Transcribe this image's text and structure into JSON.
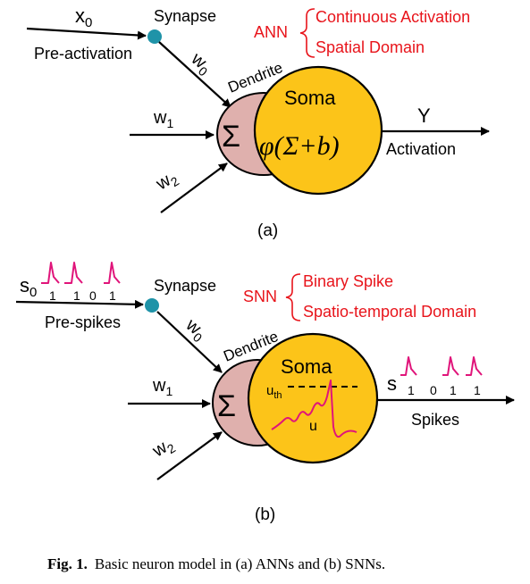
{
  "panel_a": {
    "input_label": "x",
    "input_sub": "0",
    "pre_label": "Pre-activation",
    "synapse_label": "Synapse",
    "dendrite_label": "Dendrite",
    "w0": "w",
    "w0_sub": "0",
    "w1": "w",
    "w1_sub": "1",
    "w2": "w",
    "w2_sub": "2",
    "sum_symbol": "Σ",
    "soma_label": "Soma",
    "soma_formula": "φ(Σ+b)",
    "output_label": "Y",
    "output_caption": "Activation",
    "net_label": "ANN",
    "net_items": [
      "Continuous Activation",
      "Spatial Domain"
    ],
    "panel_label": "(a)"
  },
  "panel_b": {
    "input_label": "s",
    "input_sub": "0",
    "input_bits": [
      "1",
      "1",
      "0",
      "1"
    ],
    "pre_label": "Pre-spikes",
    "synapse_label": "Synapse",
    "dendrite_label": "Dendrite",
    "w0": "w",
    "w0_sub": "0",
    "w1": "w",
    "w1_sub": "1",
    "w2": "w",
    "w2_sub": "2",
    "sum_symbol": "Σ",
    "soma_label": "Soma",
    "threshold_label": "u",
    "threshold_sub": "th",
    "potential_label": "u",
    "output_label": "s",
    "output_bits": [
      "1",
      "0",
      "1",
      "1"
    ],
    "output_caption": "Spikes",
    "net_label": "SNN",
    "net_items": [
      "Binary Spike",
      "Spatio-temporal Domain"
    ],
    "panel_label": "(b)"
  },
  "caption": {
    "fig": "Fig. 1.",
    "text": "Basic neuron model in (a) ANNs and (b) SNNs."
  },
  "colors": {
    "soma": "#fcc419",
    "dendrite": "#dfb0ad",
    "synapse": "#1f93a8",
    "annotation": "#e8141b",
    "spike": "#e0147a"
  }
}
